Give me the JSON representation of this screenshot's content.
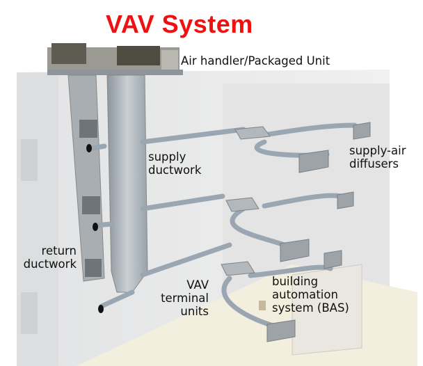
{
  "title": "VAV System",
  "labels": {
    "air_handler": "Air handler/Packaged Unit",
    "supply_ductwork": "supply\nductwork",
    "supply_air_diffusers": "supply-air\ndiffusers",
    "return_ductwork": "return\nductwork",
    "vav_terminal_units": "VAV\nterminal\nunits",
    "bas": "building\nautomation\nsystem (BAS)"
  },
  "colors": {
    "title": "#ee1111",
    "duct": "#a9b3bd",
    "wall": "#ebebeb",
    "floor": "#f3efde"
  }
}
